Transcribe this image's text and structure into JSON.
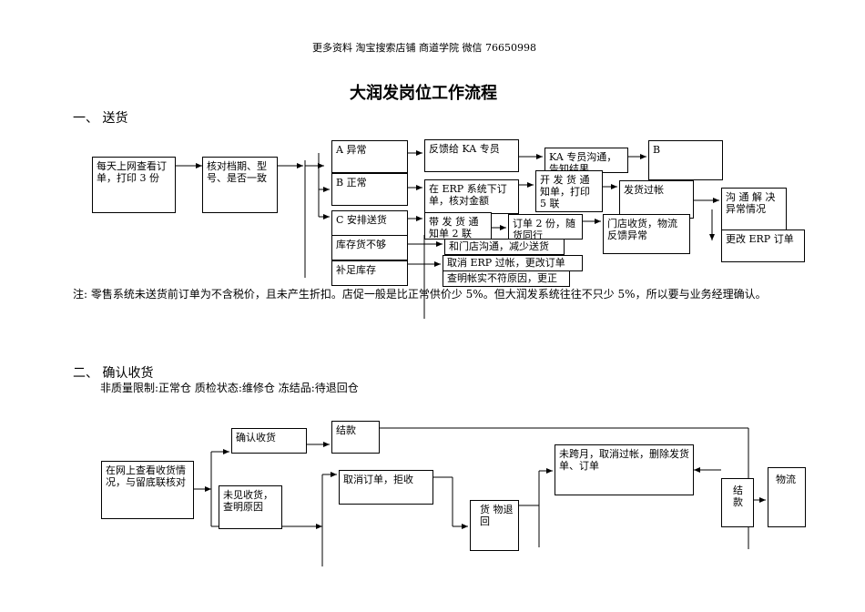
{
  "header": "更多资料  淘宝搜索店铺  商道学院     微信  76650998",
  "title": "大润发岗位工作流程",
  "section1": {
    "heading": "一、    送货",
    "boxes": {
      "b_online": "每天上网查看订单，打印 3 份",
      "b_check": "核对档期、型号、是否一致",
      "b_a": "A 异常",
      "b_b": "B 正常",
      "b_c": "C 安排送货",
      "b_stock_short": "库存货不够",
      "b_replenish": "补足库存",
      "b_feedback_ka": "反馈给 KA 专员",
      "b_erp_order": "在 ERP 系统下订单，核对金额",
      "b_bring_notice": "带 发 货 通 知单 2 联",
      "b_ka_comm": "KA 专员沟通，告知结果",
      "b_b_small": "B",
      "b_issue_notice": "开 发 货 通 知单，打印 5 联",
      "b_order2": "订单 2 份，随货同行",
      "b_ship_post": "发货过帐",
      "b_store_receive": "门店收货，物流反馈异常",
      "b_comm_solve": "沟 通 解 决 异常情况",
      "b_change_erp": "更改 ERP 订单",
      "b_store_reduce": "和门店沟通，减少送货",
      "b_cancel_erp": "取消 ERP 过帐，更改订单",
      "b_check_acct": "查明帐实不符原因，更正"
    },
    "note": "注: 零售系统未送货前订单为不含税价，且未产生折扣。店促一般是比正常供价少 5%。但大润发系统往往不只少 5%，所以要与业务经理确认。"
  },
  "section2": {
    "heading": "二、    确认收货",
    "subtitle": "非质量限制:正常仓  质检状态:维修仓  冻结品:待退回仓",
    "boxes": {
      "c_online": "在网上查看收货情况，与留底联核对",
      "c_confirm": "确认收货",
      "c_settle": "结款",
      "c_not_received": "未见收货，查明原因",
      "c_cancel_reject": "取消订单，拒收",
      "c_goods_return": "货    物退回",
      "c_not_month": "未跨月，取消过帐，删除发货单、订单",
      "c_settle2": "结款",
      "c_logistics": "物流"
    }
  }
}
